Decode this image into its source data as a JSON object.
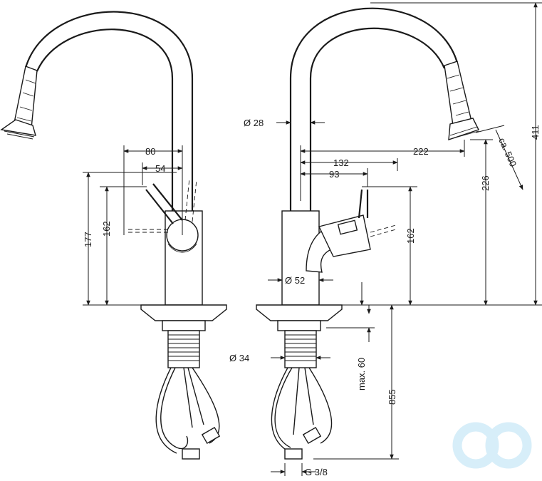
{
  "dimensions": {
    "left_view": {
      "handle_reach_80": "80",
      "handle_reach_54": "54",
      "height_177": "177",
      "height_162": "162"
    },
    "right_view": {
      "spout_diameter": "Ø 28",
      "body_diameter": "Ø 52",
      "reach_222": "222",
      "reach_132": "132",
      "reach_93": "93",
      "pullout": "ca. 500",
      "height_226": "226",
      "height_411": "411",
      "handle_height_162": "162",
      "shank_diameter": "Ø 34",
      "max_thickness": "max. 60",
      "below_deck_855": "855",
      "connection": "G 3/8"
    }
  },
  "colors": {
    "line": "#1a1a1a",
    "logo": "#d7eef9"
  },
  "icons": {
    "watermark": "infinity-loop-logo"
  }
}
